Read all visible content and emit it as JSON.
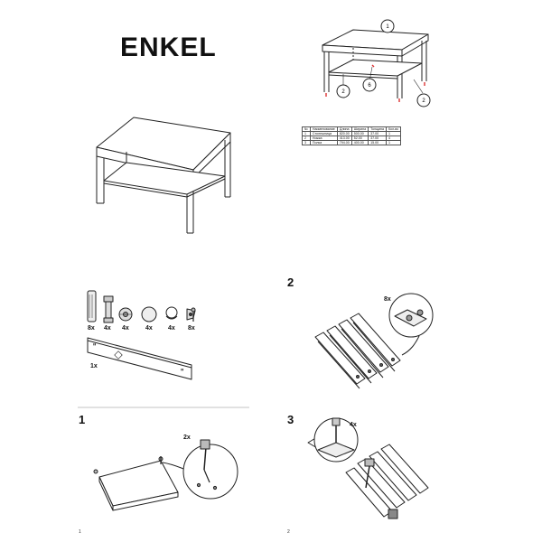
{
  "title": "ENKEL",
  "callouts": {
    "top": "1",
    "leg_left": "2",
    "leg_right": "2",
    "shelf": "6"
  },
  "parts_table": {
    "headers": [
      "№",
      "Наименование",
      "Длина",
      "Ширина",
      "Толщина",
      "Кол-во"
    ],
    "rows": [
      [
        "1",
        "Столешница",
        "820.00",
        "500.00",
        "37.00",
        "1"
      ],
      [
        "2",
        "Ножка",
        "413.00",
        "52.00",
        "37.00",
        "4"
      ],
      [
        "3",
        "Полка",
        "794.00",
        "400.00",
        "15.00",
        "1"
      ]
    ]
  },
  "hardware": {
    "quantities": [
      "8x",
      "4x",
      "4x",
      "4x",
      "4x",
      "8x"
    ],
    "panel_quantity": "1x"
  },
  "steps": {
    "step1": {
      "number": "1",
      "quantity": "2x"
    },
    "step2": {
      "number": "2",
      "quantity": "8x"
    },
    "step3": {
      "number": "3",
      "quantity": "4x"
    }
  },
  "page_numbers": {
    "left": "1",
    "right": "2"
  }
}
